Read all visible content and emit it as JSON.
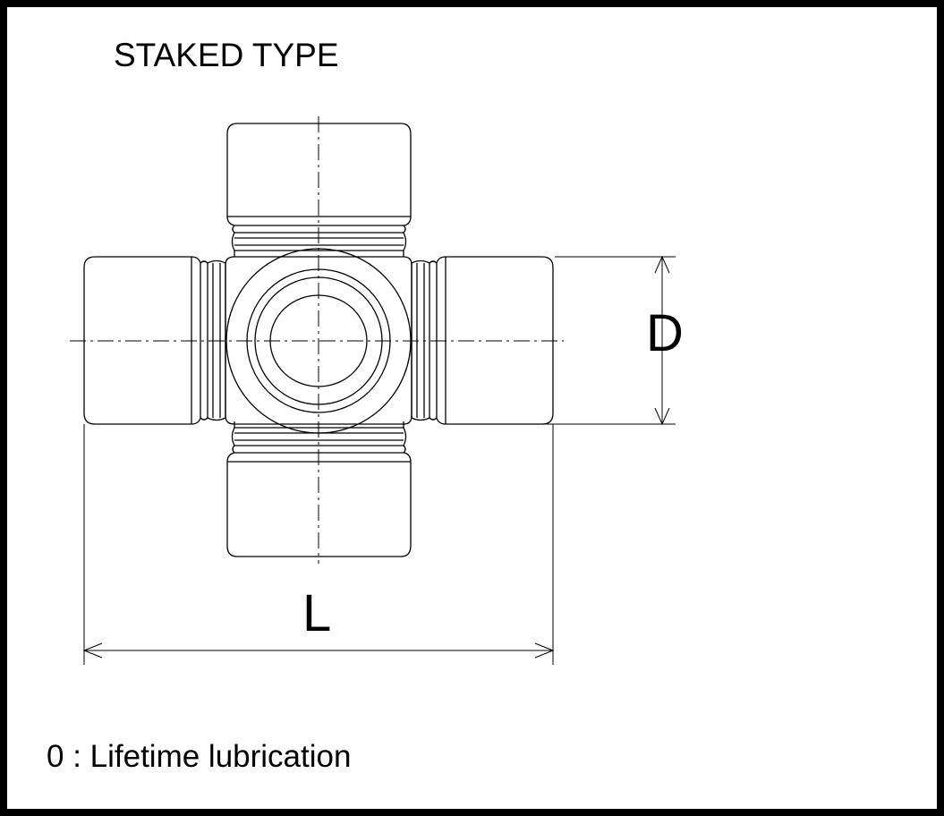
{
  "drawing": {
    "title": "STAKED TYPE",
    "dimensions": {
      "diameter_label": "D",
      "length_label": "L"
    },
    "note": "0 : Lifetime lubrication"
  }
}
